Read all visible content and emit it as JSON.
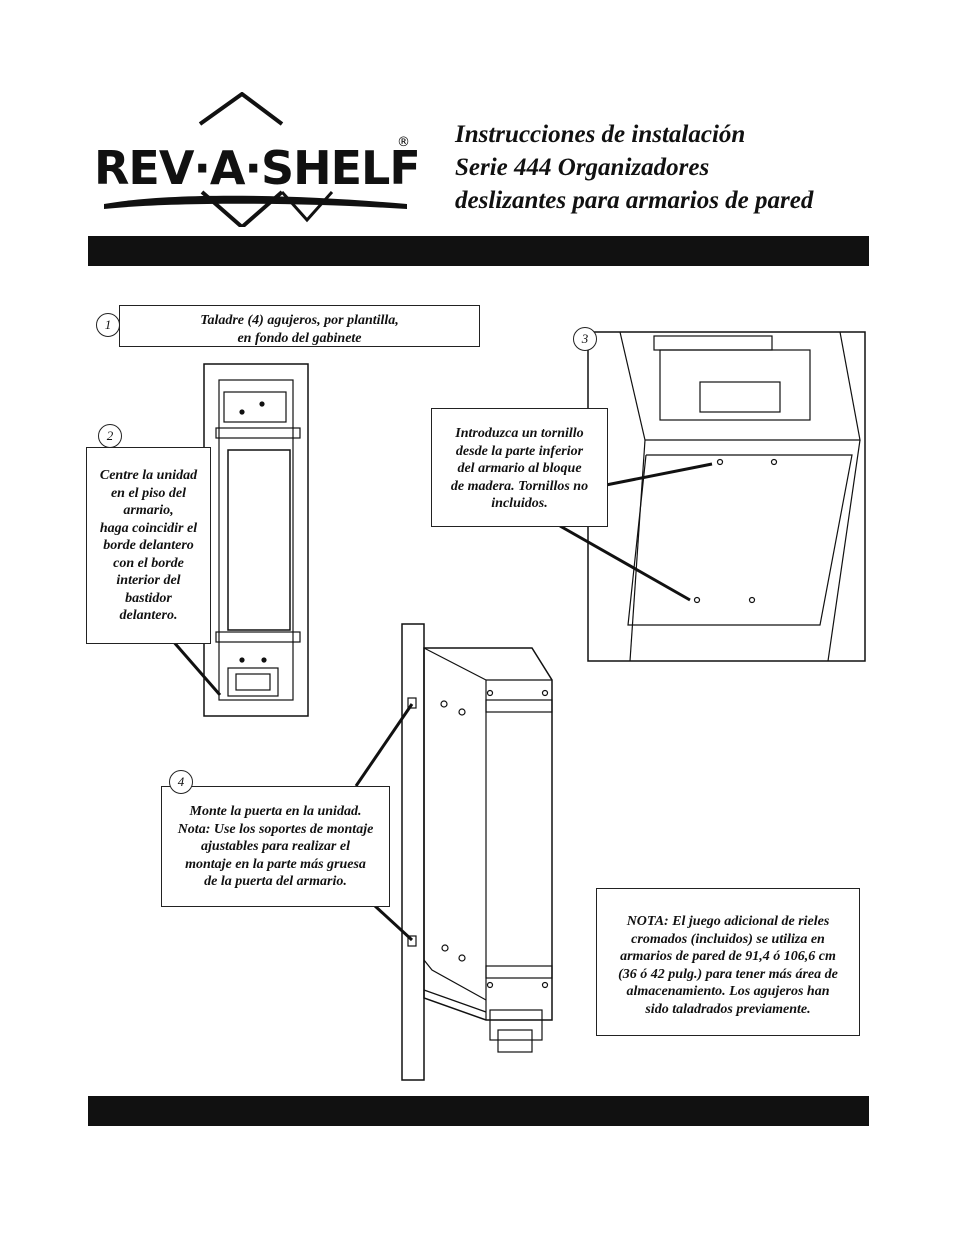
{
  "brand": {
    "name": "REV·A·SHELF",
    "registered": "®"
  },
  "title": {
    "line1": "Instrucciones de instalación",
    "line2": "Serie 444 Organizadores",
    "line3": "deslizantes para armarios de pared"
  },
  "steps": [
    {
      "number": "1",
      "text_lines": [
        "Taladre (4) agujeros, por plantilla,",
        "en fondo del gabinete"
      ]
    },
    {
      "number": "2",
      "text_lines": [
        "Centre la unidad",
        "en el piso del",
        "armario,",
        "haga coincidir el",
        "borde delantero",
        "con el borde",
        "interior del",
        "bastidor",
        "delantero."
      ]
    },
    {
      "number": "3",
      "text_lines": [
        "Introduzca un tornillo",
        "desde la parte inferior",
        "del armario al bloque",
        "de madera.  Tornillos no",
        "incluidos."
      ]
    },
    {
      "number": "4",
      "text_lines": [
        "Monte la puerta en la unidad.",
        "Nota: Use los soportes de montaje",
        "ajustables para realizar el",
        "montaje en la parte más gruesa",
        "de la puerta del armario."
      ]
    }
  ],
  "note": {
    "text_lines": [
      "NOTA: El juego adicional de rieles",
      "cromados (incluidos) se utiliza en",
      "armarios de pared de 91,4 ó 106,6 cm",
      "(36 ó 42 pulg.) para tener más área de",
      "almacenamiento.  Los agujeros han",
      "sido taladrados previamente."
    ]
  }
}
